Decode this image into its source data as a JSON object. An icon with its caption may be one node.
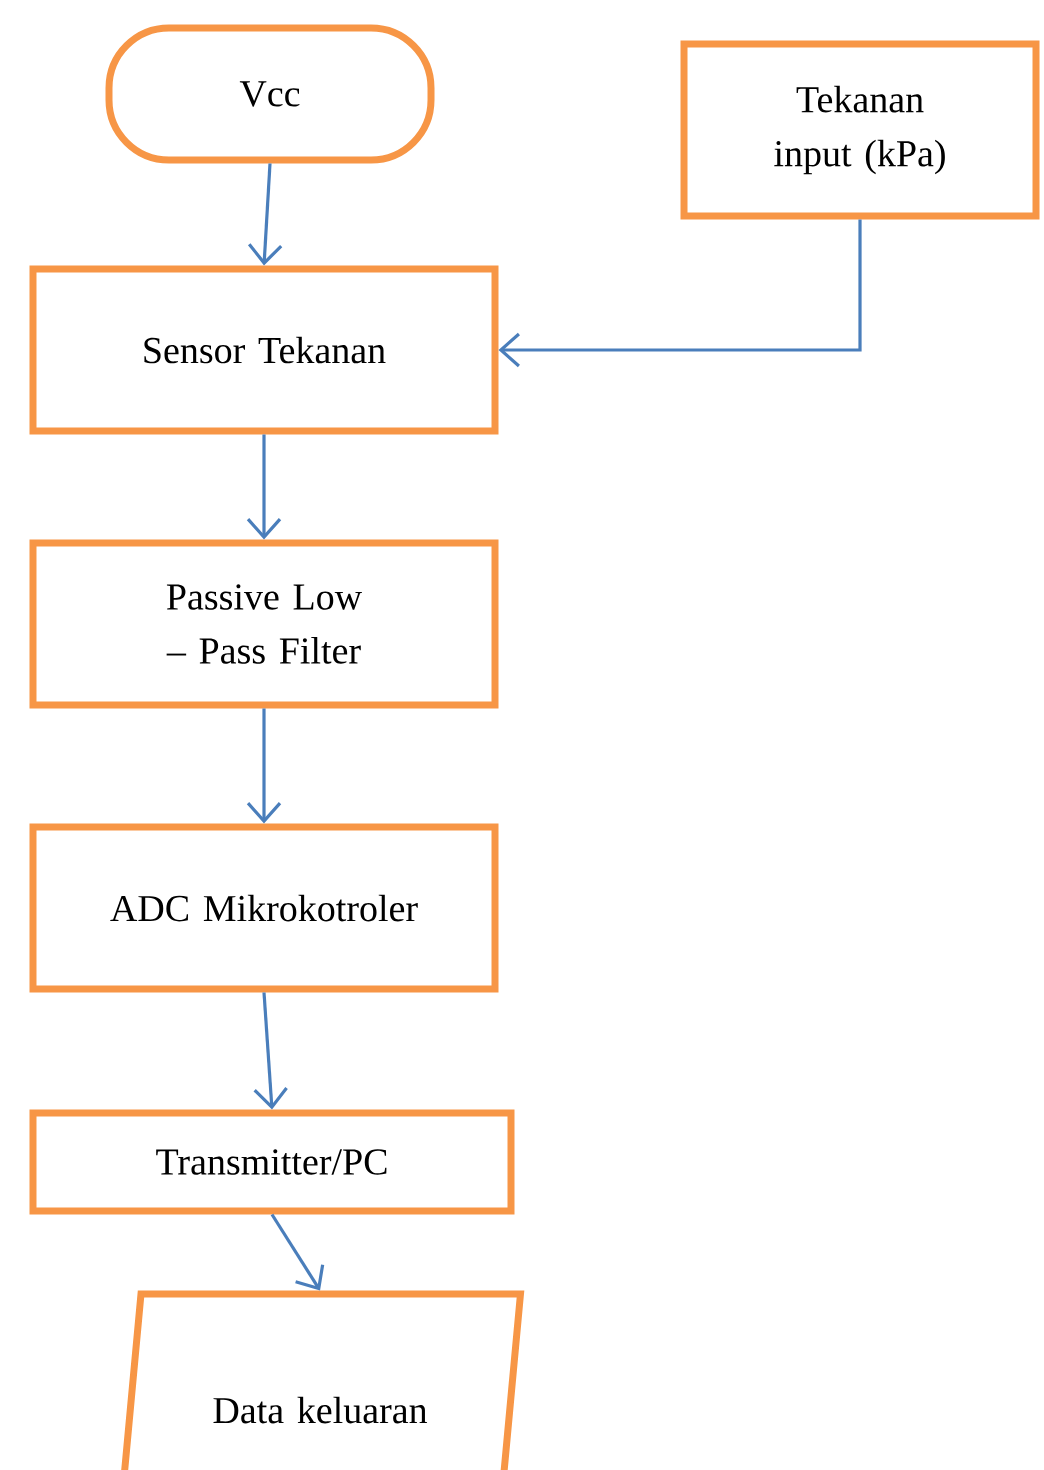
{
  "diagram": {
    "nodes": [
      {
        "text": [
          "Vcc"
        ]
      },
      {
        "text": [
          "Tekanan input (kPa)"
        ]
      },
      {
        "text": [
          "Sensor Tekanan"
        ]
      },
      {
        "text": [
          "Passive Low – Pass Filter"
        ]
      },
      {
        "text": [
          "ADC Mikrokotroler"
        ]
      },
      {
        "text": [
          "Transmitter/PC"
        ]
      },
      {
        "text": [
          "Data keluaran"
        ]
      }
    ],
    "edges": [
      {
        "from": 0,
        "to": 2,
        "arrow": "to"
      },
      {
        "from": 1,
        "to": 2,
        "arrow": "to"
      },
      {
        "from": 2,
        "to": 3,
        "arrow": "to"
      },
      {
        "from": 3,
        "to": 4,
        "arrow": "to"
      },
      {
        "from": 4,
        "to": 5,
        "arrow": "to"
      },
      {
        "from": 5,
        "to": 6,
        "arrow": "to"
      }
    ]
  }
}
